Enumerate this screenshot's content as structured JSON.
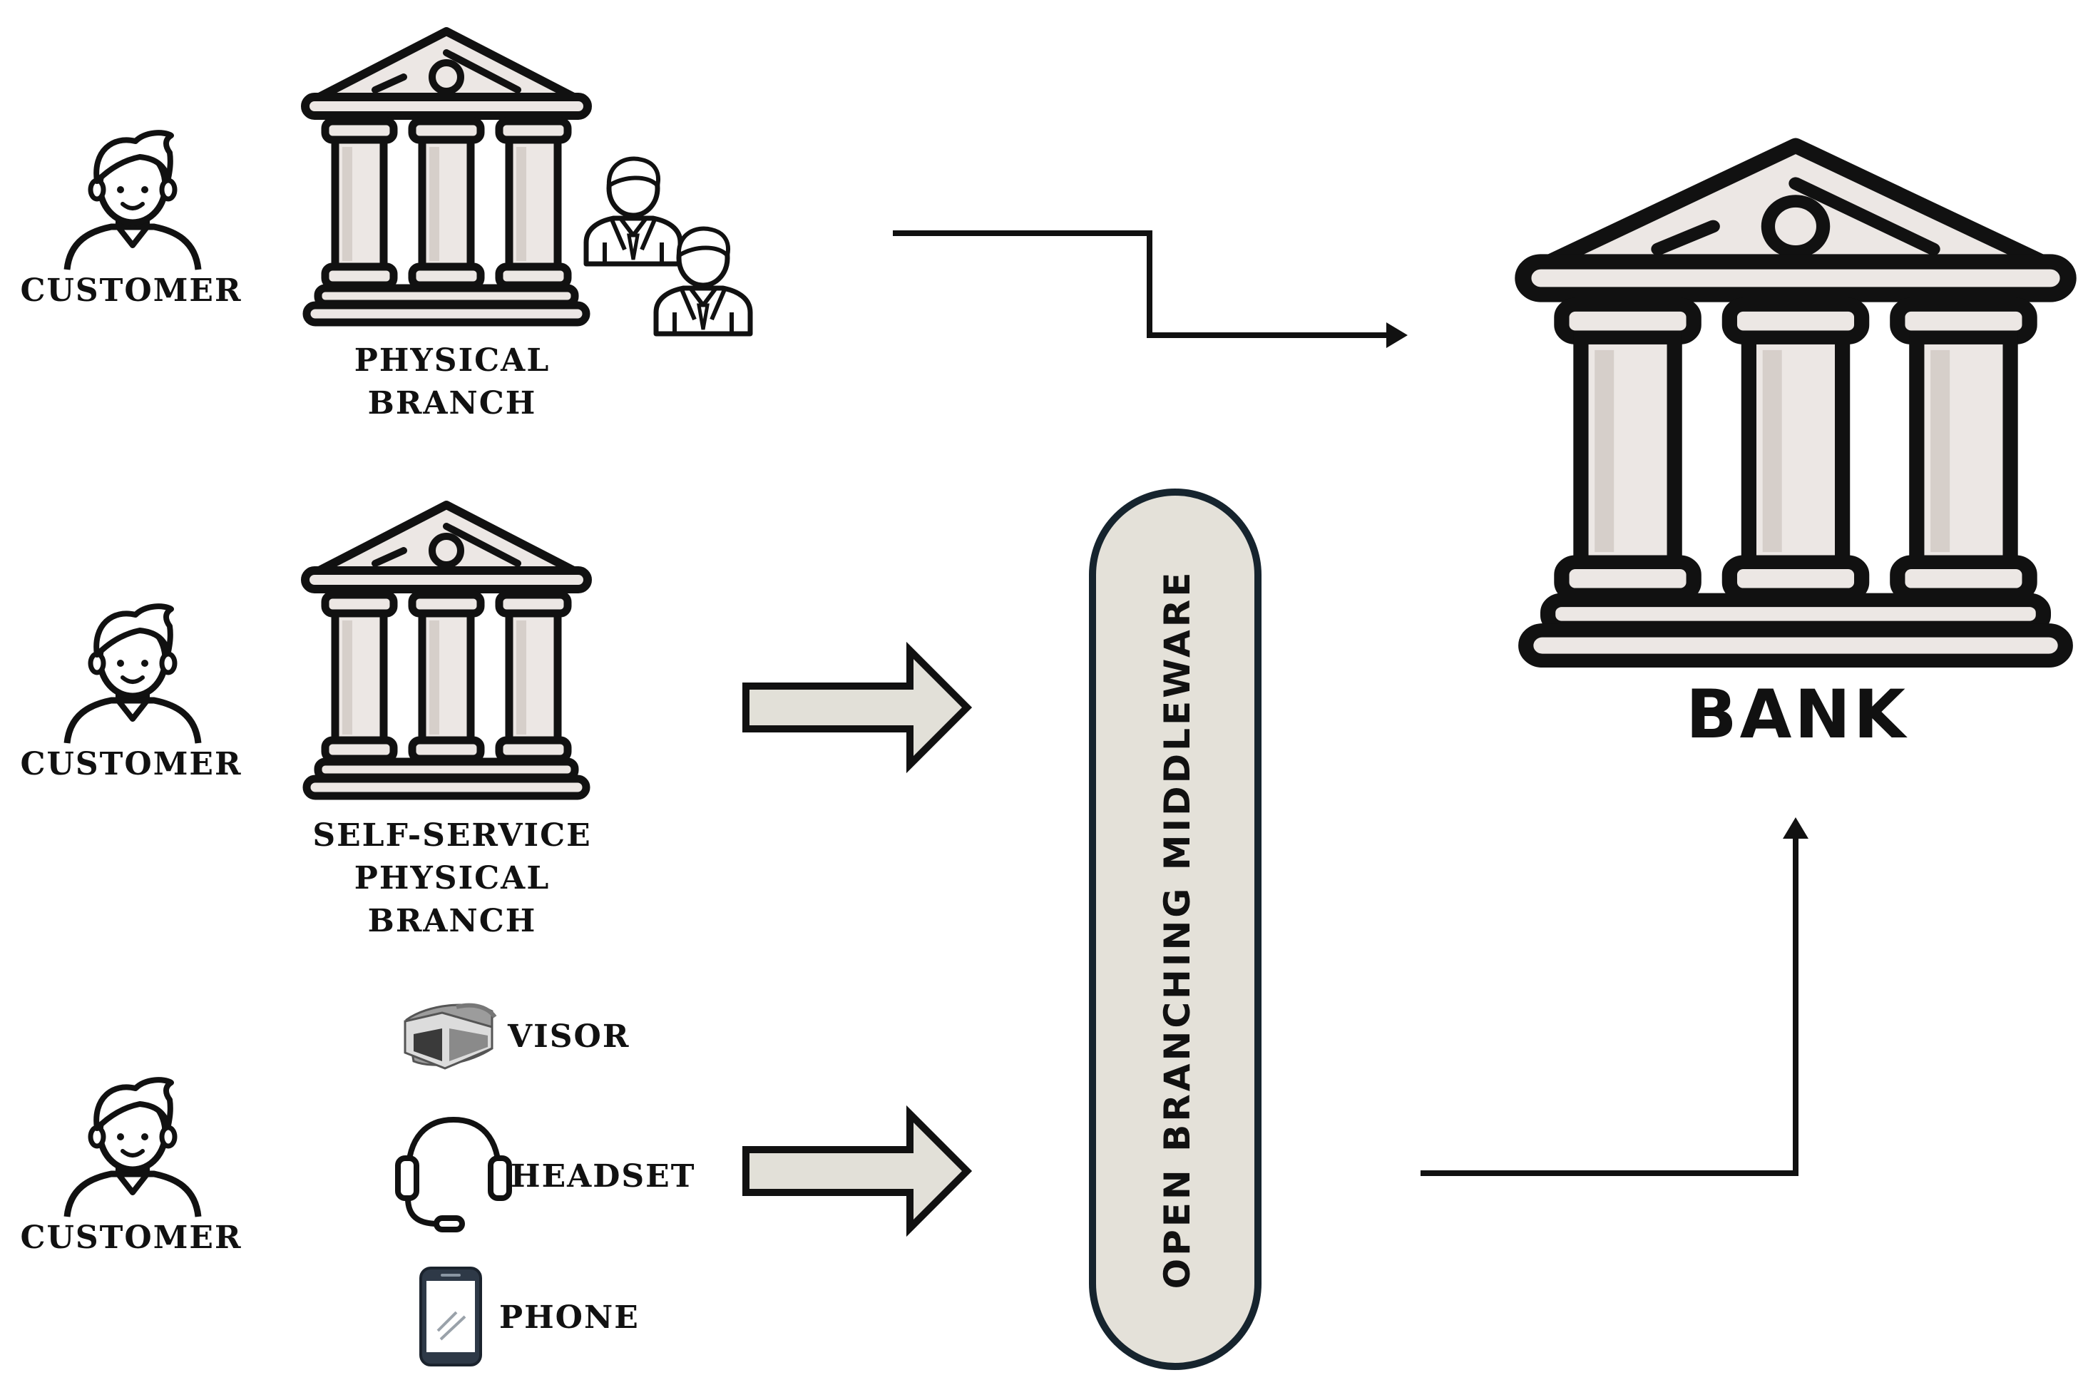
{
  "labels": {
    "customer_1": "CUSTOMER",
    "customer_2": "CUSTOMER",
    "customer_3": "CUSTOMER",
    "physical_branch_line1": "PHYSICAL",
    "physical_branch_line2": "BRANCH",
    "self_service_line1": "SELF-SERVICE",
    "self_service_line2": "PHYSICAL",
    "self_service_line3": "BRANCH",
    "visor": "VISOR",
    "headset": "HEADSET",
    "phone": "PHONE",
    "middleware": "OPEN BRANCHING MIDDLEWARE",
    "bank": "BANK"
  },
  "icons": {
    "customer": "customer-icon",
    "branch": "bank-building-icon",
    "staff": "staff-icon",
    "visor": "vr-visor-icon",
    "headset": "headset-icon",
    "phone": "phone-icon"
  },
  "colors": {
    "outline": "#111111",
    "building_fill": "#ece7e4",
    "building_shade": "#d6cfca",
    "arrow_fill": "#e2e0d8",
    "middleware_fill": "#e4e1d9",
    "middleware_border": "#16242e"
  }
}
